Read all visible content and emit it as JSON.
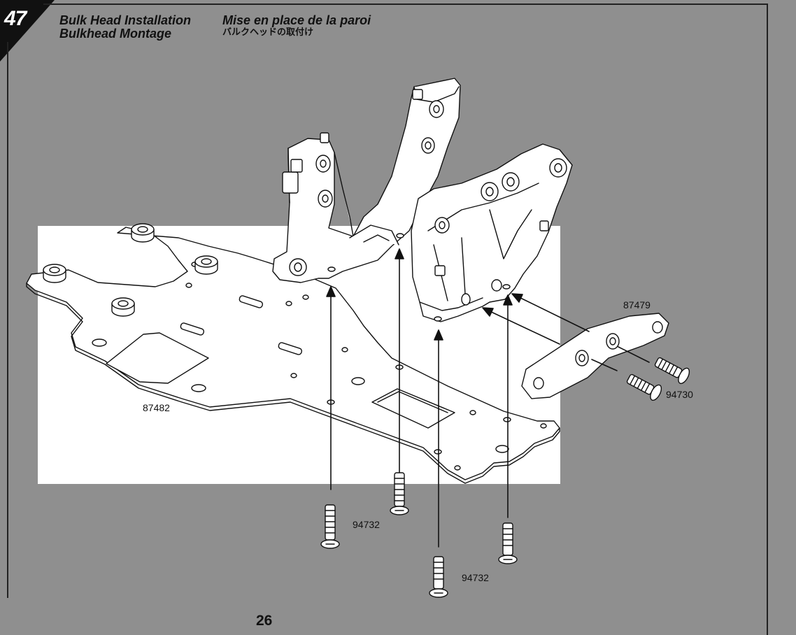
{
  "step": {
    "number": "47",
    "title_en": "Bulk Head Installation",
    "title_fr": "Mise en place de la paroi",
    "title_de": "Bulkhead Montage",
    "title_jp": "バルクヘッドの取付け"
  },
  "parts": {
    "chassis_plate": "87482",
    "bulkhead_plate": "87479",
    "screw_side": "94730",
    "screw_bottom_a": "94732",
    "screw_bottom_b": "94732"
  },
  "page_number": "26",
  "colors": {
    "background": "#8f8f8f",
    "panel": "#ffffff",
    "line": "#111111",
    "tab": "#111111"
  }
}
